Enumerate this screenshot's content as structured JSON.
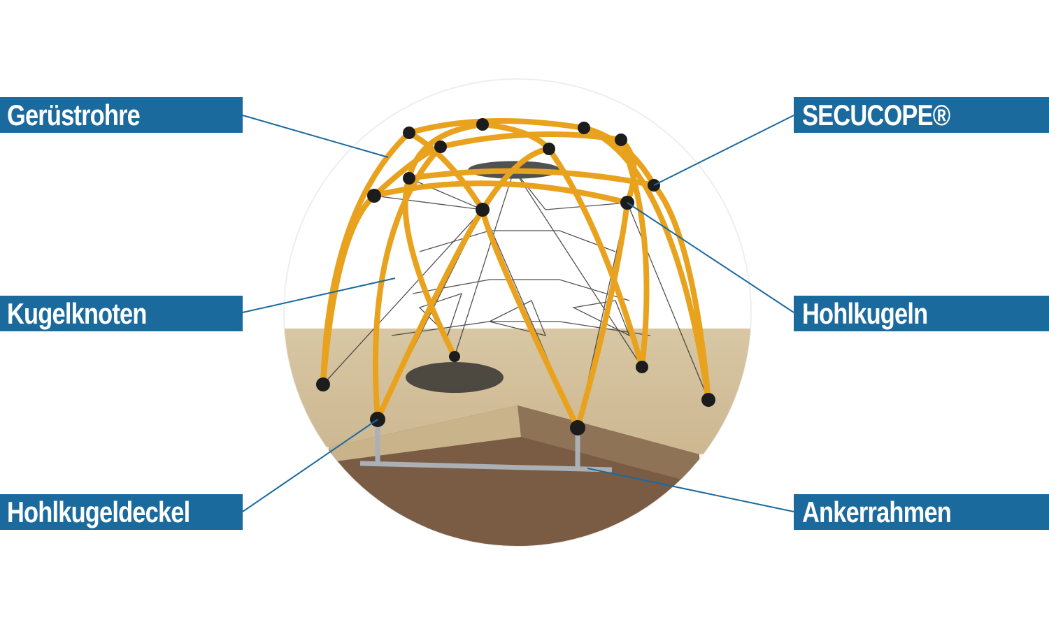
{
  "labels": {
    "geruestrohre": "Gerüstrohre",
    "kugelknoten": "Kugelknoten",
    "hohlkugeldeckel": "Hohlkugeldeckel",
    "secucope": "SECUCOPE®",
    "hohlkugeln": "Hohlkugeln",
    "ankerrahmen": "Ankerrahmen"
  },
  "colors": {
    "label_bg": "#1a6a9e",
    "tube": "#e9a21e",
    "sand": "#d4bf98",
    "soil": "#7a5c44"
  }
}
